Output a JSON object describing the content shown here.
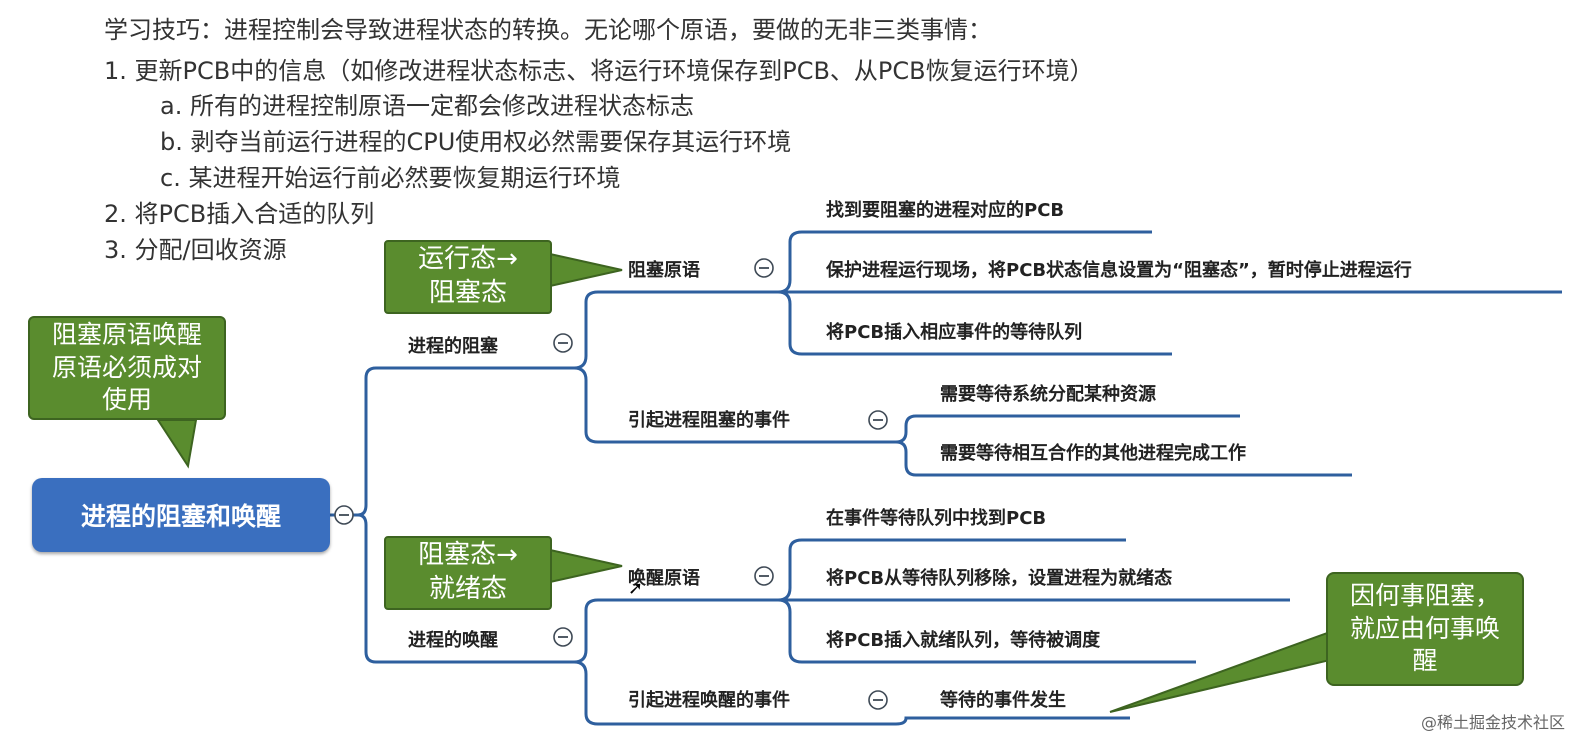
{
  "notes": {
    "intro": "学习技巧：进程控制会导致进程状态的转换。无论哪个原语，要做的无非三类事情：",
    "item1": "1.   更新PCB中的信息（如修改进程状态标志、将运行环境保存到PCB、从PCB恢复运行环境）",
    "item1a": "a. 所有的进程控制原语一定都会修改进程状态标志",
    "item1b": "b. 剥夺当前运行进程的CPU使用权必然需要保存其运行环境",
    "item1c": "c. 某进程开始运行前必然要恢复期运行环境",
    "item2": "2.   将PCB插入合适的队列",
    "item3": "3.   分配/回收资源"
  },
  "root": {
    "label": "进程的阻塞和唤醒"
  },
  "block": {
    "label": "进程的阻塞",
    "primitive": {
      "label": "阻塞原语",
      "steps": [
        "找到要阻塞的进程对应的PCB",
        "保护进程运行现场，将PCB状态信息设置为“阻塞态”，暂时停止进程运行",
        "将PCB插入相应事件的等待队列"
      ]
    },
    "events": {
      "label": "引起进程阻塞的事件",
      "items": [
        "需要等待系统分配某种资源",
        "需要等待相互合作的其他进程完成工作"
      ]
    }
  },
  "wake": {
    "label": "进程的唤醒",
    "primitive": {
      "label": "唤醒原语",
      "steps": [
        "在事件等待队列中找到PCB",
        "将PCB从等待队列移除，设置进程为就绪态",
        "将PCB插入就绪队列，等待被调度"
      ]
    },
    "events": {
      "label": "引起进程唤醒的事件",
      "items": [
        "等待的事件发生"
      ]
    }
  },
  "callouts": {
    "pair": "阻塞原语唤醒原语必须成对使用",
    "run_to_block": "运行态→阻塞态",
    "block_to_ready": "阻塞态→就绪态",
    "why_wake": "因何事阻塞，就应由何事唤醒"
  },
  "watermark": "@稀土掘金技术社区",
  "colors": {
    "line": "#2e5f9e",
    "root": "#3a6fbf",
    "callout": "#5a8c2e",
    "collapse": "#3f4a56"
  }
}
